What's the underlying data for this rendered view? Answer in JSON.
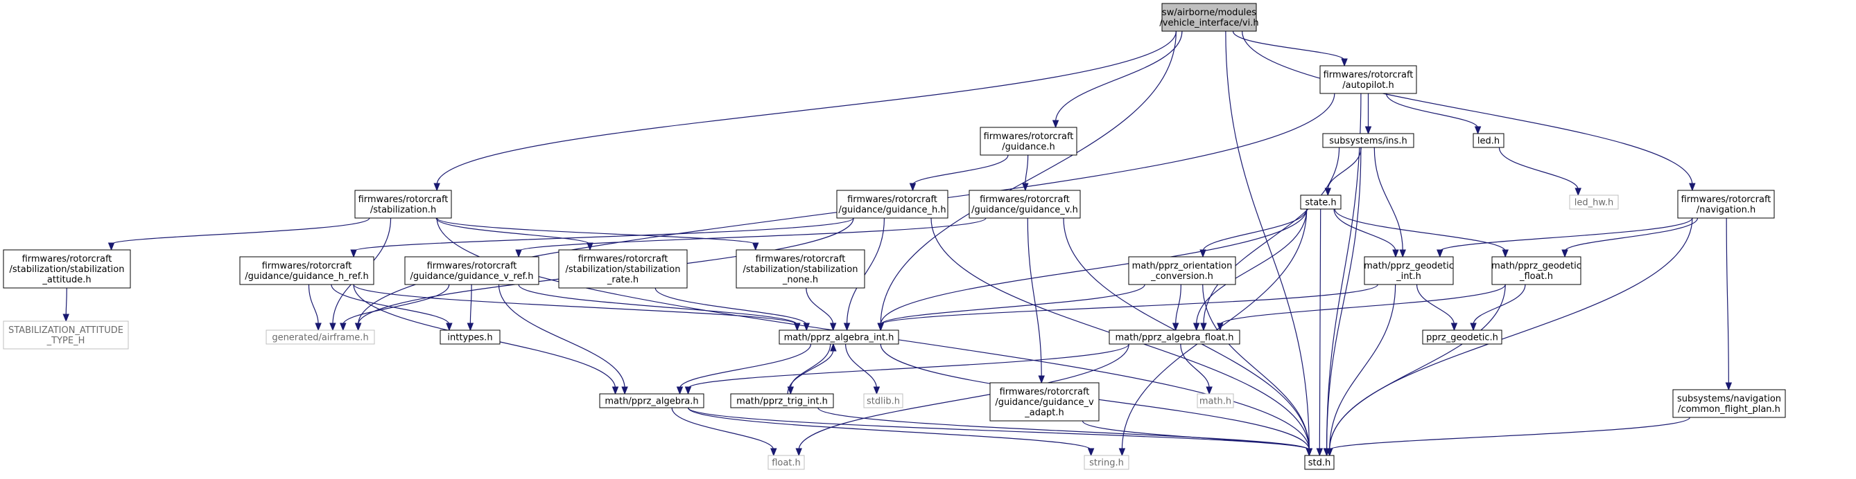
{
  "colors": {
    "edge": "#191970",
    "root_fill": "#bfbfbf",
    "root_border": "#000000",
    "node_fill": "#ffffff",
    "node_border": "#000000",
    "missing_border": "#bfbfbf"
  },
  "nodes": [
    {
      "id": "vi",
      "lines": [
        "sw/airborne/modules",
        "/vehicle_interface/vi.h"
      ],
      "style": "root"
    },
    {
      "id": "ap",
      "lines": [
        "firmwares/rotorcraft",
        "/autopilot.h"
      ],
      "style": "normal"
    },
    {
      "id": "guid",
      "lines": [
        "firmwares/rotorcraft",
        "/guidance.h"
      ],
      "style": "normal"
    },
    {
      "id": "stab",
      "lines": [
        "firmwares/rotorcraft",
        "/stabilization.h"
      ],
      "style": "normal"
    },
    {
      "id": "nav",
      "lines": [
        "firmwares/rotorcraft",
        "/navigation.h"
      ],
      "style": "normal"
    },
    {
      "id": "ins",
      "lines": [
        "subsystems/ins.h"
      ],
      "style": "normal"
    },
    {
      "id": "led",
      "lines": [
        "led.h"
      ],
      "style": "normal"
    },
    {
      "id": "ledhw",
      "lines": [
        "led_hw.h"
      ],
      "style": "missing"
    },
    {
      "id": "state",
      "lines": [
        "state.h"
      ],
      "style": "normal"
    },
    {
      "id": "gh",
      "lines": [
        "firmwares/rotorcraft",
        "/guidance/guidance_h.h"
      ],
      "style": "normal"
    },
    {
      "id": "gv",
      "lines": [
        "firmwares/rotorcraft",
        "/guidance/guidance_v.h"
      ],
      "style": "normal"
    },
    {
      "id": "ssa",
      "lines": [
        "firmwares/rotorcraft",
        "/stabilization/stabilization",
        "_attitude.h"
      ],
      "style": "normal"
    },
    {
      "id": "sat",
      "lines": [
        "STABILIZATION_ATTITUDE",
        "_TYPE_H"
      ],
      "style": "missing"
    },
    {
      "id": "ghr",
      "lines": [
        "firmwares/rotorcraft",
        "/guidance/guidance_h_ref.h"
      ],
      "style": "normal"
    },
    {
      "id": "gvr",
      "lines": [
        "firmwares/rotorcraft",
        "/guidance/guidance_v_ref.h"
      ],
      "style": "normal"
    },
    {
      "id": "ssr",
      "lines": [
        "firmwares/rotorcraft",
        "/stabilization/stabilization",
        "_rate.h"
      ],
      "style": "normal"
    },
    {
      "id": "ssn",
      "lines": [
        "firmwares/rotorcraft",
        "/stabilization/stabilization",
        "_none.h"
      ],
      "style": "normal"
    },
    {
      "id": "oc",
      "lines": [
        "math/pprz_orientation",
        "_conversion.h"
      ],
      "style": "normal"
    },
    {
      "id": "pgi",
      "lines": [
        "math/pprz_geodetic",
        "_int.h"
      ],
      "style": "normal"
    },
    {
      "id": "pgf",
      "lines": [
        "math/pprz_geodetic",
        "_float.h"
      ],
      "style": "normal"
    },
    {
      "id": "gen",
      "lines": [
        "generated/airframe.h"
      ],
      "style": "missing"
    },
    {
      "id": "inty",
      "lines": [
        "inttypes.h"
      ],
      "style": "normal"
    },
    {
      "id": "pai",
      "lines": [
        "math/pprz_algebra_int.h"
      ],
      "style": "normal"
    },
    {
      "id": "paf",
      "lines": [
        "math/pprz_algebra_float.h"
      ],
      "style": "normal"
    },
    {
      "id": "pg",
      "lines": [
        "pprz_geodetic.h"
      ],
      "style": "normal"
    },
    {
      "id": "pa",
      "lines": [
        "math/pprz_algebra.h"
      ],
      "style": "normal"
    },
    {
      "id": "ptr",
      "lines": [
        "math/pprz_trig_int.h"
      ],
      "style": "normal"
    },
    {
      "id": "slib",
      "lines": [
        "stdlib.h"
      ],
      "style": "missing"
    },
    {
      "id": "gva",
      "lines": [
        "firmwares/rotorcraft",
        "/guidance/guidance_v",
        "_adapt.h"
      ],
      "style": "normal"
    },
    {
      "id": "mathh",
      "lines": [
        "math.h"
      ],
      "style": "missing"
    },
    {
      "id": "cfp",
      "lines": [
        "subsystems/navigation",
        "/common_flight_plan.h"
      ],
      "style": "normal"
    },
    {
      "id": "floath",
      "lines": [
        "float.h"
      ],
      "style": "missing"
    },
    {
      "id": "strh",
      "lines": [
        "string.h"
      ],
      "style": "missing"
    },
    {
      "id": "std",
      "lines": [
        "std.h"
      ],
      "style": "normal"
    }
  ],
  "edges": [
    [
      "vi",
      "ap"
    ],
    [
      "vi",
      "guid"
    ],
    [
      "vi",
      "stab"
    ],
    [
      "vi",
      "nav"
    ],
    [
      "vi",
      "pai"
    ],
    [
      "vi",
      "std"
    ],
    [
      "ap",
      "ins"
    ],
    [
      "ap",
      "led"
    ],
    [
      "ap",
      "std"
    ],
    [
      "ap",
      "gen"
    ],
    [
      "led",
      "ledhw"
    ],
    [
      "ins",
      "state"
    ],
    [
      "ins",
      "pgi"
    ],
    [
      "ins",
      "paf"
    ],
    [
      "ins",
      "std"
    ],
    [
      "guid",
      "gh"
    ],
    [
      "guid",
      "gv"
    ],
    [
      "stab",
      "ssa"
    ],
    [
      "stab",
      "ssr"
    ],
    [
      "stab",
      "ssn"
    ],
    [
      "stab",
      "gen"
    ],
    [
      "stab",
      "std"
    ],
    [
      "ssa",
      "sat"
    ],
    [
      "gh",
      "ghr"
    ],
    [
      "gh",
      "gen"
    ],
    [
      "gh",
      "pai"
    ],
    [
      "gh",
      "std"
    ],
    [
      "gv",
      "gvr"
    ],
    [
      "gv",
      "gva"
    ],
    [
      "gv",
      "std"
    ],
    [
      "ghr",
      "gen"
    ],
    [
      "ghr",
      "inty"
    ],
    [
      "ghr",
      "pai"
    ],
    [
      "ghr",
      "pa"
    ],
    [
      "gvr",
      "gen"
    ],
    [
      "gvr",
      "inty"
    ],
    [
      "gvr",
      "pai"
    ],
    [
      "gvr",
      "pa"
    ],
    [
      "ssr",
      "pai"
    ],
    [
      "ssn",
      "pai"
    ],
    [
      "state",
      "oc"
    ],
    [
      "state",
      "pgi"
    ],
    [
      "state",
      "pgf"
    ],
    [
      "state",
      "pai"
    ],
    [
      "state",
      "paf"
    ],
    [
      "state",
      "std"
    ],
    [
      "state",
      "strh"
    ],
    [
      "nav",
      "pgi"
    ],
    [
      "nav",
      "pgf"
    ],
    [
      "nav",
      "cfp"
    ],
    [
      "nav",
      "std"
    ],
    [
      "oc",
      "pai"
    ],
    [
      "oc",
      "paf"
    ],
    [
      "oc",
      "std"
    ],
    [
      "pgi",
      "pai"
    ],
    [
      "pgi",
      "pg"
    ],
    [
      "pgi",
      "std"
    ],
    [
      "pgf",
      "paf"
    ],
    [
      "pgf",
      "pg"
    ],
    [
      "pgf",
      "std"
    ],
    [
      "pai",
      "pa"
    ],
    [
      "pai",
      "ptr"
    ],
    [
      "pai",
      "slib"
    ],
    [
      "pai",
      "std"
    ],
    [
      "paf",
      "mathh"
    ],
    [
      "paf",
      "floath"
    ],
    [
      "paf",
      "pa"
    ],
    [
      "ptr",
      "pai"
    ],
    [
      "ptr",
      "std"
    ],
    [
      "pa",
      "floath"
    ],
    [
      "pa",
      "strh"
    ],
    [
      "pa",
      "std"
    ],
    [
      "gva",
      "std"
    ],
    [
      "cfp",
      "std"
    ]
  ]
}
